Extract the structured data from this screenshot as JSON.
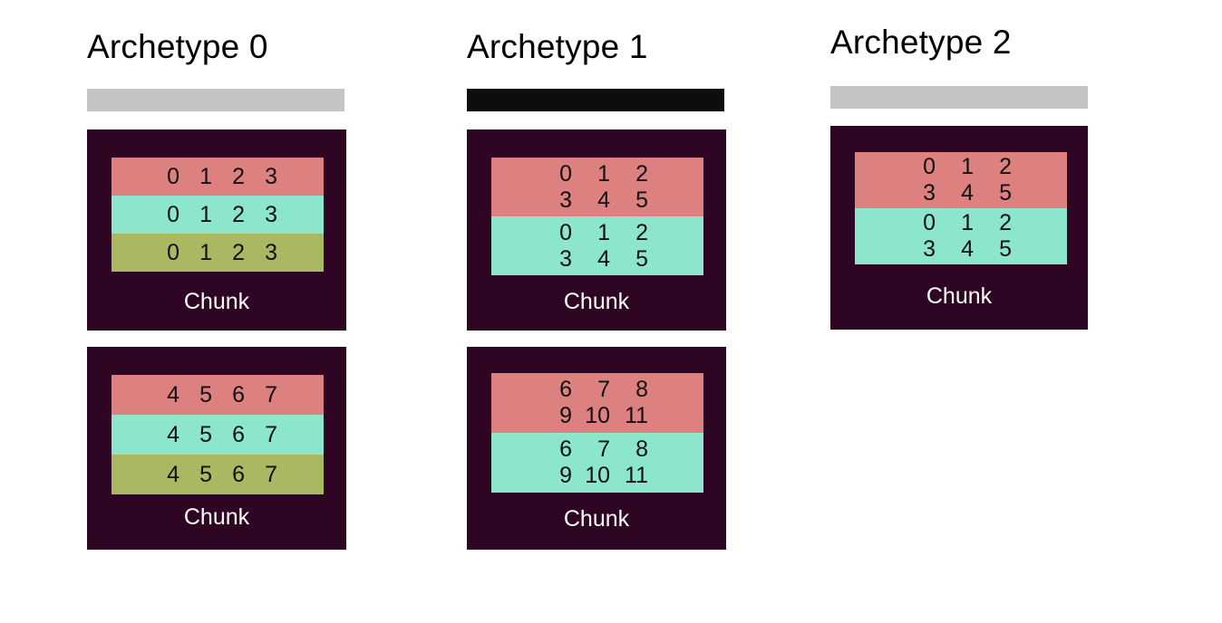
{
  "figure": {
    "background_color": "#ffffff",
    "panel_color": "#2E0624",
    "label_text_color": "#ffffff",
    "number_text_color": "#111111",
    "title_text_color": "#000000"
  },
  "palette": {
    "salmon": "#DC8080",
    "mint": "#8CE6CE",
    "olive": "#AAB861",
    "gray_bar": "#C4C4C4",
    "black_bar": "#0D0D0D"
  },
  "archetypes": [
    {
      "title": "Archetype 0",
      "header_bar": {
        "name": "header-bar-gray",
        "color": "#C4C4C4"
      },
      "layout_mode": "single",
      "chunks": [
        {
          "label": "Chunk",
          "rows": [
            {
              "color": "#DC8080",
              "lines": [
                [
                  "0",
                  "1",
                  "2",
                  "3"
                ]
              ]
            },
            {
              "color": "#8CE6CE",
              "lines": [
                [
                  "0",
                  "1",
                  "2",
                  "3"
                ]
              ]
            },
            {
              "color": "#AAB861",
              "lines": [
                [
                  "0",
                  "1",
                  "2",
                  "3"
                ]
              ]
            }
          ]
        },
        {
          "label": "Chunk",
          "rows": [
            {
              "color": "#DC8080",
              "lines": [
                [
                  "4",
                  "5",
                  "6",
                  "7"
                ]
              ]
            },
            {
              "color": "#8CE6CE",
              "lines": [
                [
                  "4",
                  "5",
                  "6",
                  "7"
                ]
              ]
            },
            {
              "color": "#AAB861",
              "lines": [
                [
                  "4",
                  "5",
                  "6",
                  "7"
                ]
              ]
            }
          ]
        }
      ]
    },
    {
      "title": "Archetype 1",
      "header_bar": {
        "name": "header-bar-black",
        "color": "#0D0D0D"
      },
      "layout_mode": "double",
      "chunks": [
        {
          "label": "Chunk",
          "rows": [
            {
              "color": "#DC8080",
              "lines": [
                [
                  "0",
                  "1",
                  "2"
                ],
                [
                  "3",
                  "4",
                  "5"
                ]
              ]
            },
            {
              "color": "#8CE6CE",
              "lines": [
                [
                  "0",
                  "1",
                  "2"
                ],
                [
                  "3",
                  "4",
                  "5"
                ]
              ]
            }
          ]
        },
        {
          "label": "Chunk",
          "rows": [
            {
              "color": "#DC8080",
              "lines": [
                [
                  "6",
                  "7",
                  "8"
                ],
                [
                  "9",
                  "10",
                  "11"
                ]
              ]
            },
            {
              "color": "#8CE6CE",
              "lines": [
                [
                  "6",
                  "7",
                  "8"
                ],
                [
                  "9",
                  "10",
                  "11"
                ]
              ]
            }
          ]
        }
      ]
    },
    {
      "title": "Archetype 2",
      "header_bar": {
        "name": "header-bar-gray",
        "color": "#C4C4C4"
      },
      "layout_mode": "double",
      "chunks": [
        {
          "label": "Chunk",
          "rows": [
            {
              "color": "#DC8080",
              "lines": [
                [
                  "0",
                  "1",
                  "2"
                ],
                [
                  "3",
                  "4",
                  "5"
                ]
              ]
            },
            {
              "color": "#8CE6CE",
              "lines": [
                [
                  "0",
                  "1",
                  "2"
                ],
                [
                  "3",
                  "4",
                  "5"
                ]
              ]
            }
          ]
        }
      ]
    }
  ]
}
